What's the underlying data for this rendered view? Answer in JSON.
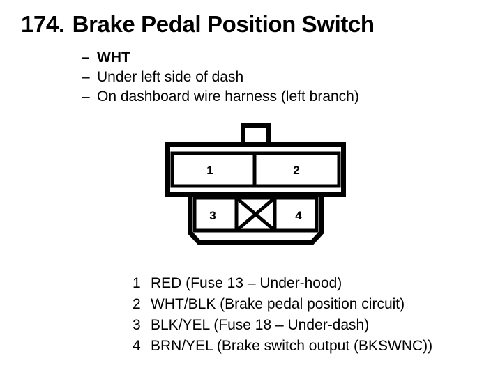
{
  "title": {
    "number": "174.",
    "name": "Brake Pedal Position Switch"
  },
  "spec_list": [
    {
      "dash": "–",
      "text": "WHT",
      "emphasis": true
    },
    {
      "dash": "–",
      "text": "Under left side of dash",
      "emphasis": false
    },
    {
      "dash": "–",
      "text": "On dashboard wire harness (left branch)",
      "emphasis": false
    }
  ],
  "connector": {
    "pins": [
      {
        "number": "1"
      },
      {
        "number": "2"
      },
      {
        "number": "3"
      },
      {
        "number": "4"
      }
    ],
    "blocked_cavity_marker": "X",
    "line_color": "#000000",
    "fill_color": "#ffffff"
  },
  "pin_legend": [
    {
      "num": "1",
      "desc": "RED (Fuse 13 – Under-hood)"
    },
    {
      "num": "2",
      "desc": "WHT/BLK (Brake pedal position circuit)"
    },
    {
      "num": "3",
      "desc": "BLK/YEL (Fuse 18 – Under-dash)"
    },
    {
      "num": "4",
      "desc": "BRN/YEL (Brake switch output (BKSWNC))"
    }
  ]
}
